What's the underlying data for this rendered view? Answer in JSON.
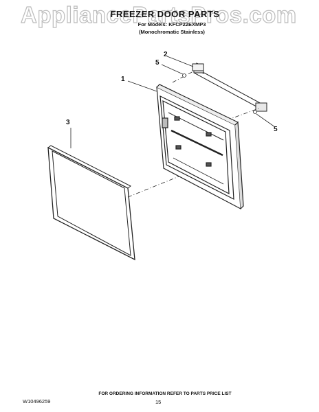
{
  "header": {
    "watermark": "AppliancePartsPros.com",
    "title": "FREEZER DOOR PARTS",
    "model_line": "For Models: KFCP22EXMP3",
    "variant": "(Monochromatic Stainless)"
  },
  "callouts": {
    "door": "1",
    "hinge_cap": "2",
    "gasket": "3",
    "screw_top": "5",
    "screw_right": "5"
  },
  "footer": {
    "note": "FOR ORDERING INFORMATION REFER TO PARTS PRICE LIST",
    "doc_id": "W10496259",
    "page_number": "15"
  }
}
